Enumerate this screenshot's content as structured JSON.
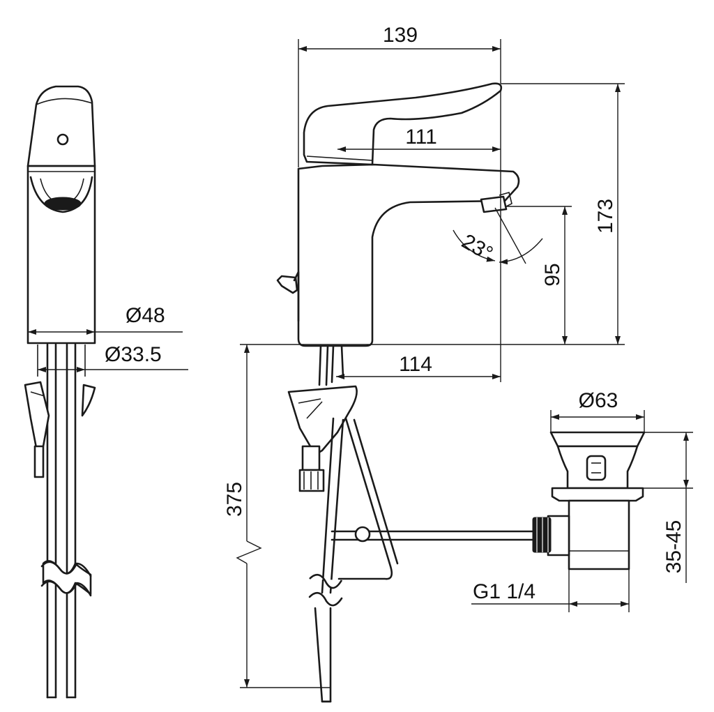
{
  "dimensions": {
    "width_total": "139",
    "spout_reach": "111",
    "height_total": "173",
    "spout_height": "95",
    "spout_angle": "23°",
    "depth_to_tail": "114",
    "base_diameter": "Ø48",
    "shank_diameter": "Ø33.5",
    "hose_length": "375",
    "waste_diameter": "Ø63",
    "waste_thread": "G1 1/4",
    "waste_range": "35-45"
  },
  "colors": {
    "line": "#1a1a1a",
    "background": "#ffffff"
  }
}
